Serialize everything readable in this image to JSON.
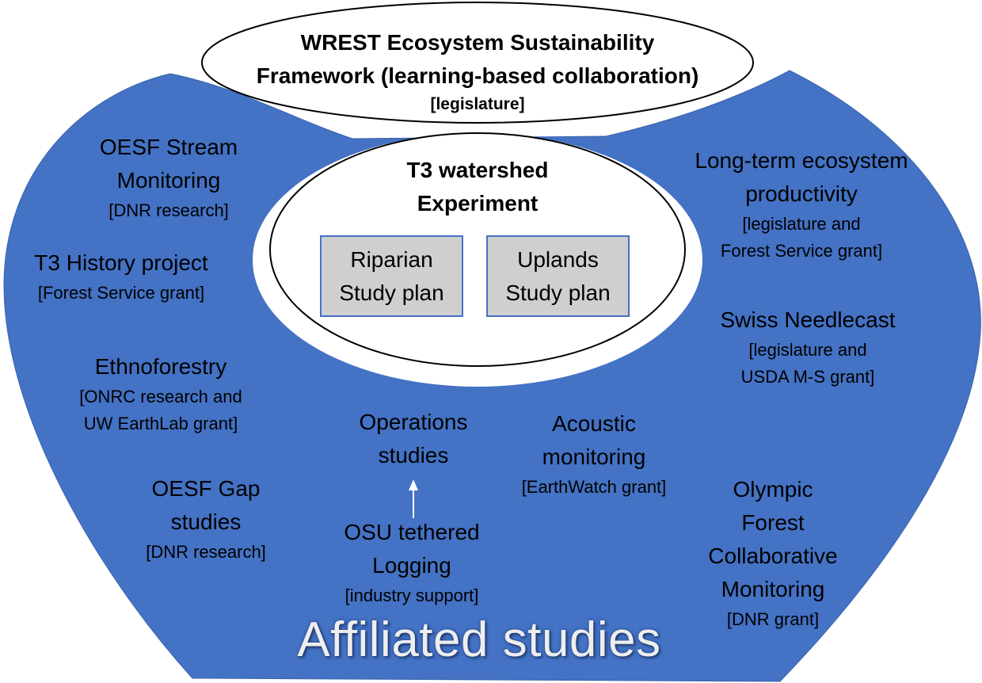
{
  "colors": {
    "region_fill": "#4472c4",
    "box_fill": "#d0cfcf",
    "box_border": "#4472c4",
    "affiliated_label": "#eeeeee"
  },
  "framework": {
    "title_line1": "WREST Ecosystem Sustainability",
    "title_line2": "Framework (learning-based collaboration)",
    "funding": "[legislature]"
  },
  "core": {
    "title_line1": "T3 watershed",
    "title_line2": "Experiment",
    "plans": [
      {
        "line1": "Riparian",
        "line2": "Study plan"
      },
      {
        "line1": "Uplands",
        "line2": "Study plan"
      }
    ]
  },
  "affiliated": {
    "label": "Affiliated studies",
    "studies": [
      {
        "name_lines": [
          "OESF Stream",
          "Monitoring"
        ],
        "funding_lines": [
          "[DNR research]"
        ]
      },
      {
        "name_lines": [
          "T3 History project"
        ],
        "funding_lines": [
          "[Forest Service grant]"
        ]
      },
      {
        "name_lines": [
          "Ethnoforestry"
        ],
        "funding_lines": [
          "[ONRC research and",
          "UW EarthLab grant]"
        ]
      },
      {
        "name_lines": [
          "OESF Gap",
          "studies"
        ],
        "funding_lines": [
          "[DNR research]"
        ]
      },
      {
        "name_lines": [
          "Operations",
          "studies"
        ],
        "funding_lines": []
      },
      {
        "name_lines": [
          "OSU tethered",
          "Logging"
        ],
        "funding_lines": [
          "[industry support]"
        ]
      },
      {
        "name_lines": [
          "Acoustic",
          "monitoring"
        ],
        "funding_lines": [
          "[EarthWatch grant]"
        ]
      },
      {
        "name_lines": [
          "Long-term ecosystem",
          "productivity"
        ],
        "funding_lines": [
          "[legislature and",
          "Forest Service grant]"
        ]
      },
      {
        "name_lines": [
          "Swiss Needlecast"
        ],
        "funding_lines": [
          "[legislature and",
          "USDA M-S grant]"
        ]
      },
      {
        "name_lines": [
          "Olympic",
          "Forest",
          "Collaborative",
          "Monitoring"
        ],
        "funding_lines": [
          "[DNR grant]"
        ]
      }
    ],
    "links": [
      {
        "from": "OSU tethered Logging",
        "to": "Operations studies",
        "type": "arrow"
      }
    ]
  }
}
